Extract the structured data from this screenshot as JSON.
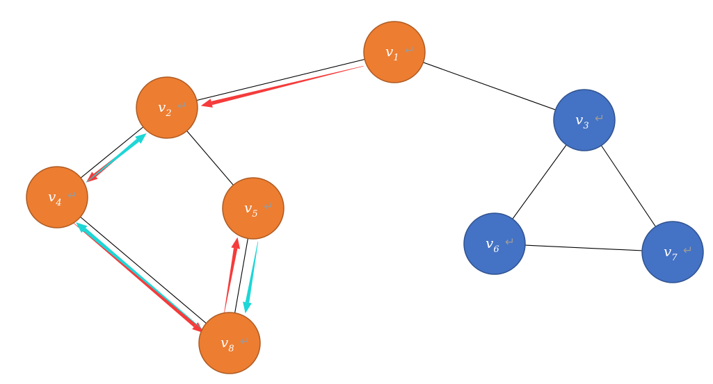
{
  "colors": {
    "orange_node": "#ed7d31",
    "orange_stroke": "#ae5a21",
    "blue_node": "#4472c4",
    "blue_stroke": "#2f528f",
    "edge": "#000000",
    "red_arrow": "#f53b3b",
    "cyan_arrow": "#1ed6d6"
  },
  "nodes": [
    {
      "id": "v1",
      "base": "v",
      "sub": "1",
      "mark": "↵",
      "group": "orange"
    },
    {
      "id": "v2",
      "base": "v",
      "sub": "2",
      "mark": "↵",
      "group": "orange"
    },
    {
      "id": "v3",
      "base": "v",
      "sub": "3",
      "mark": "↵",
      "group": "blue"
    },
    {
      "id": "v4",
      "base": "v",
      "sub": "4",
      "mark": "↵",
      "group": "orange"
    },
    {
      "id": "v5",
      "base": "v",
      "sub": "5",
      "mark": "↵",
      "group": "orange"
    },
    {
      "id": "v6",
      "base": "v",
      "sub": "6",
      "mark": "↵",
      "group": "blue"
    },
    {
      "id": "v7",
      "base": "v",
      "sub": "7",
      "mark": "↵",
      "group": "blue"
    },
    {
      "id": "v8",
      "base": "v",
      "sub": "8",
      "mark": "↵",
      "group": "orange"
    }
  ],
  "edges": [
    [
      "v1",
      "v2"
    ],
    [
      "v1",
      "v3"
    ],
    [
      "v2",
      "v4"
    ],
    [
      "v2",
      "v5"
    ],
    [
      "v4",
      "v8"
    ],
    [
      "v5",
      "v8"
    ],
    [
      "v3",
      "v6"
    ],
    [
      "v3",
      "v7"
    ],
    [
      "v6",
      "v7"
    ]
  ],
  "traversal_arrows": [
    {
      "from": "v1",
      "to": "v2",
      "color": "red"
    },
    {
      "from": "v2",
      "to": "v4",
      "color": "red"
    },
    {
      "from": "v4",
      "to": "v8",
      "color": "red"
    },
    {
      "from": "v8",
      "to": "v5",
      "color": "red"
    },
    {
      "from": "v5",
      "to": "v8",
      "color": "cyan"
    },
    {
      "from": "v8",
      "to": "v4",
      "color": "cyan"
    },
    {
      "from": "v4",
      "to": "v2",
      "color": "cyan"
    }
  ]
}
